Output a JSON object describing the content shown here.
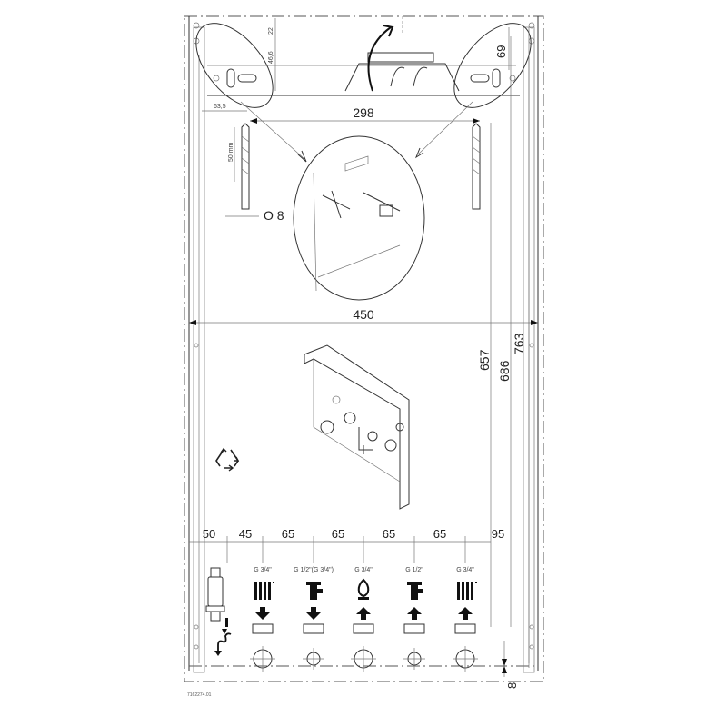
{
  "dimensions": {
    "top_22": "22",
    "top_46_6": "46,6",
    "top_69": "69",
    "left_63_5": "63,5",
    "width_298": "298",
    "drill_depth": "50 mm",
    "drill_diameter": "O 8",
    "width_450": "450",
    "height_657": "657",
    "height_686": "686",
    "height_763": "763",
    "bottom_spacing": [
      "50",
      "45",
      "65",
      "65",
      "65",
      "65",
      "95"
    ],
    "bottom_offset": "8"
  },
  "connections": [
    {
      "thread": "G 3/4\"",
      "icon": "radiator-icon",
      "flow": "down"
    },
    {
      "thread": "G 1/2\"(G 3/4\")",
      "icon": "tap-icon",
      "flow": "down"
    },
    {
      "thread": "G 3/4\"",
      "icon": "gas-flame-icon",
      "flow": "up"
    },
    {
      "thread": "G 1/2\"",
      "icon": "tap-icon",
      "flow": "up"
    },
    {
      "thread": "G 3/4\"",
      "icon": "radiator-icon",
      "flow": "up"
    }
  ],
  "drawing_code": "7162274.01"
}
